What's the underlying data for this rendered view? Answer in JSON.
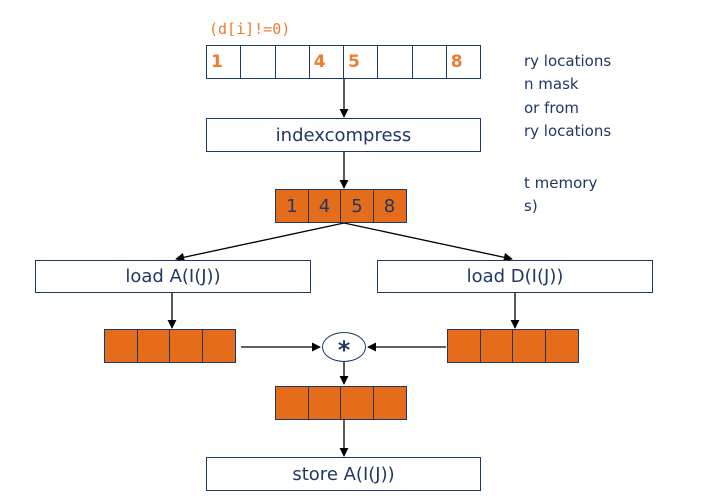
{
  "side_text": {
    "lines": [
      "ry locations",
      "n mask",
      "or from",
      "ry locations",
      "",
      "t memory",
      "s)"
    ]
  },
  "condition": "(d[i]!=0)",
  "mask_array": [
    "1",
    "",
    "",
    "4",
    "5",
    "",
    "",
    "8"
  ],
  "nodes": {
    "indexcompress": "indexcompress",
    "load_a": "load A(I(J))",
    "load_d": "load D(I(J))",
    "store_a": "store A(I(J))",
    "operator": "*"
  },
  "index_vector": [
    "1",
    "4",
    "5",
    "8"
  ],
  "colors": {
    "accent": "#ed7d31",
    "vector_fill": "#e46c1a",
    "line": "#1f3864"
  }
}
